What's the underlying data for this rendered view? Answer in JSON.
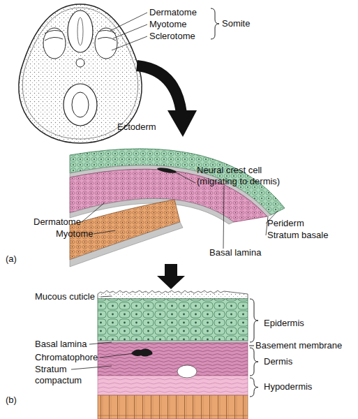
{
  "diagram": {
    "labels": [
      "Dermatome",
      "Myotome",
      "Sclerotome",
      "Somite",
      "Ectoderm",
      "Neural crest cell (migrating to dermis)",
      "Dermatome",
      "Myotome",
      "Periderm",
      "Stratum basale",
      "Basal lamina",
      "(a)",
      "Mucous cuticle",
      "Epidermis",
      "Basal lamina",
      "Basement membrane",
      "Dermis",
      "Chromatophore",
      "Hypodermis",
      "Stratum compactum",
      "(b)"
    ]
  }
}
